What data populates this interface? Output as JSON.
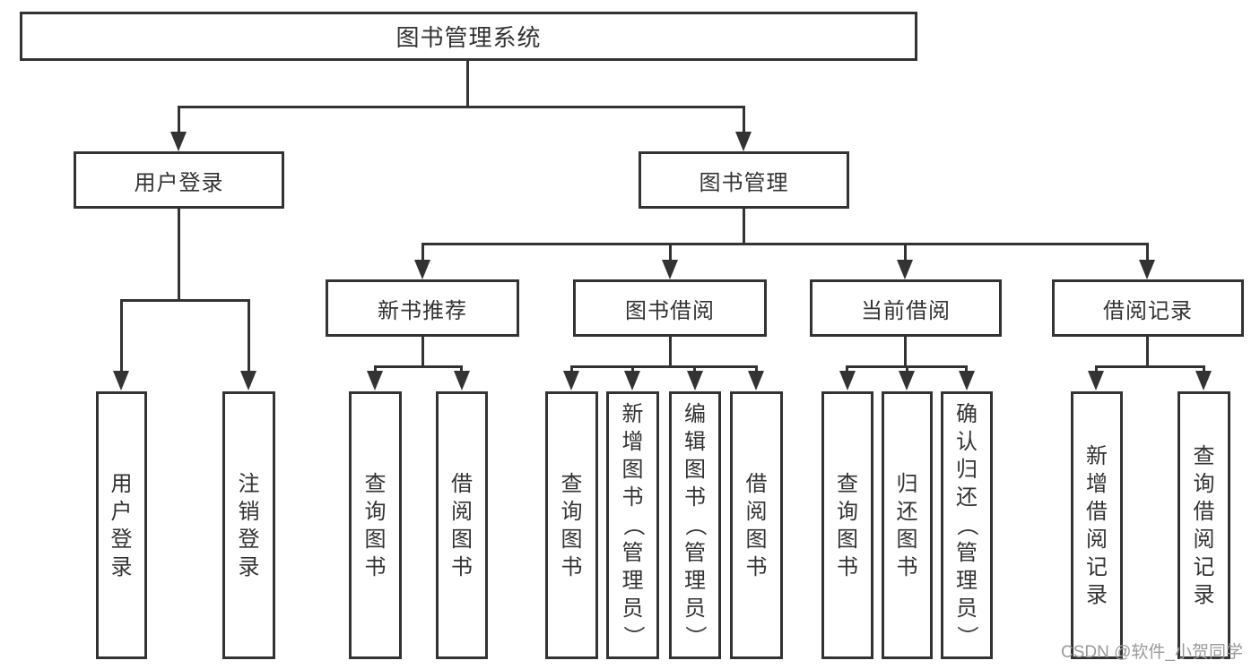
{
  "colors": {
    "line": "#333333",
    "text": "#333333",
    "background": "#ffffff",
    "watermark": "#9a9a9a"
  },
  "tree": {
    "root": {
      "label": "图书管理系统",
      "children": [
        {
          "label": "用户登录",
          "children": [
            {
              "label": "用户登录"
            },
            {
              "label": "注销登录"
            }
          ]
        },
        {
          "label": "图书管理",
          "children": [
            {
              "label": "新书推荐",
              "children": [
                {
                  "label": "查询图书"
                },
                {
                  "label": "借阅图书"
                }
              ]
            },
            {
              "label": "图书借阅",
              "children": [
                {
                  "label": "查询图书"
                },
                {
                  "label": "新增图书（管理员）"
                },
                {
                  "label": "编辑图书（管理员）"
                },
                {
                  "label": "借阅图书"
                }
              ]
            },
            {
              "label": "当前借阅",
              "children": [
                {
                  "label": "查询图书"
                },
                {
                  "label": "归还图书"
                },
                {
                  "label": "确认归还（管理员）"
                }
              ]
            },
            {
              "label": "借阅记录",
              "children": [
                {
                  "label": "新增借阅记录"
                },
                {
                  "label": "查询借阅记录"
                }
              ]
            }
          ]
        }
      ]
    }
  },
  "watermark": "CSDN @软件_小贺同学"
}
